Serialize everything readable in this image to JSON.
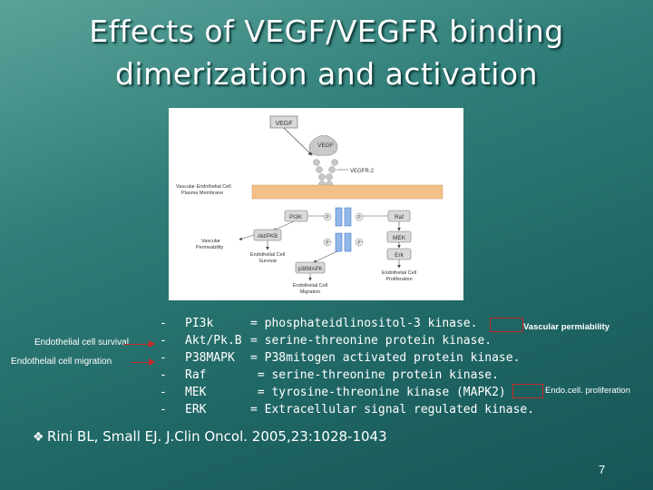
{
  "slide": {
    "title_line1": "Effects of VEGF/VEGFR binding",
    "title_line2": "dimerization and activation",
    "page_number": "7"
  },
  "diagram": {
    "vegf_top": "VEGF",
    "vegf_mid": "VEGF",
    "vegfr2": "VEGFR-2",
    "membrane_1": "Vascular Endothelial Cell",
    "membrane_2": "Plasma Membrane",
    "pi3k": "PI3K",
    "raf": "Raf",
    "p1": "P",
    "p2": "P",
    "p3": "P",
    "p4": "P",
    "mek": "MEK",
    "erk": "Erk",
    "akt": "Akt/PKB",
    "p38": "p38MAPK",
    "vascular_1": "Vascular",
    "vascular_2": "Permeability",
    "survival_1": "Endothelial Cell",
    "survival_2": "Survival",
    "migration_1": "Endothelial Cell",
    "migration_2": "Migration",
    "prolif_1": "Endothelial Cell",
    "prolif_2": "Proliferation"
  },
  "side_labels": {
    "survival": "Endothelial cell survival",
    "migration": "Endothelail cell migration"
  },
  "definitions": [
    {
      "dash": "-",
      "abbr": "PI3k",
      "text": "= phosphateidlinositol-3 kinase."
    },
    {
      "dash": "-",
      "abbr": "Akt/Pk.B",
      "text": "= serine-threonine protein kinase."
    },
    {
      "dash": "-",
      "abbr": "P38MAPK",
      "text": "= P38mitogen activated protein kinase."
    },
    {
      "dash": "-",
      "abbr": "Raf",
      "text": " = serine-threonine protein kinase."
    },
    {
      "dash": "-",
      "abbr": "MEK",
      "text": " = tyrosine-threonine kinase (MAPK2)"
    },
    {
      "dash": "-",
      "abbr": "ERK",
      "text": "= Extracellular signal regulated kinase."
    }
  ],
  "notes": {
    "vascular": "Vascular permiability",
    "proliferation": "Endo.cell. proliferation"
  },
  "citation": {
    "bullet": "❖",
    "text": "Rini BL, Small EJ. J.Clin Oncol. 2005,23:1028-1043"
  },
  "colors": {
    "background": "#2f7d78",
    "text": "#ffffff",
    "accent_arrow": "#c62828"
  }
}
